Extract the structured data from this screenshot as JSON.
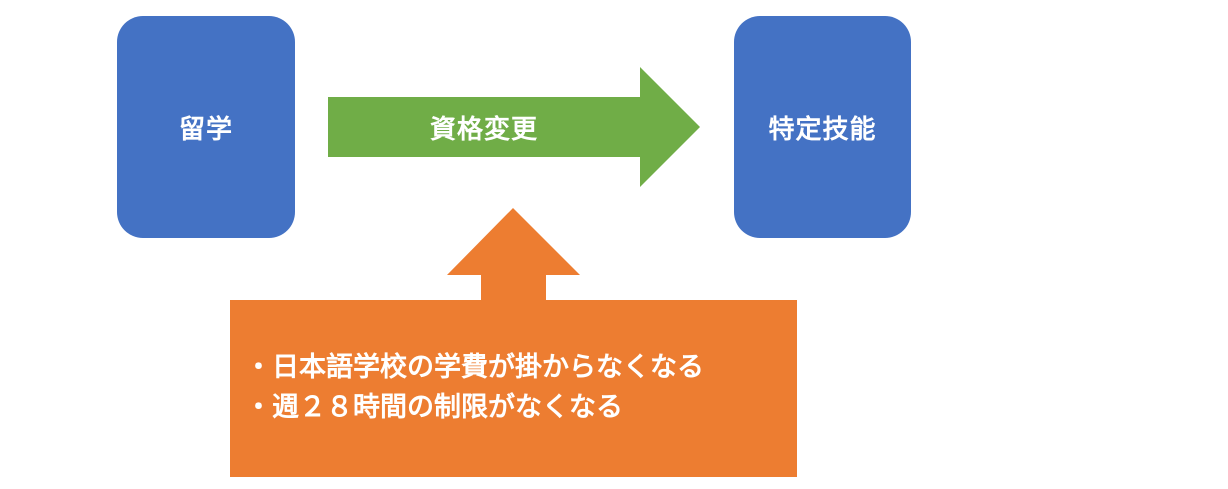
{
  "nodes": {
    "left": {
      "label": "留学"
    },
    "right": {
      "label": "特定技能"
    }
  },
  "transition": {
    "label": "資格変更"
  },
  "benefits": {
    "items": [
      "・日本語学校の学費が掛からなくなる",
      "・週２８時間の制限がなくなる"
    ]
  },
  "colors": {
    "box_blue": "#4472c4",
    "arrow_green": "#70ad47",
    "note_orange": "#ed7d31",
    "text": "#ffffff"
  }
}
